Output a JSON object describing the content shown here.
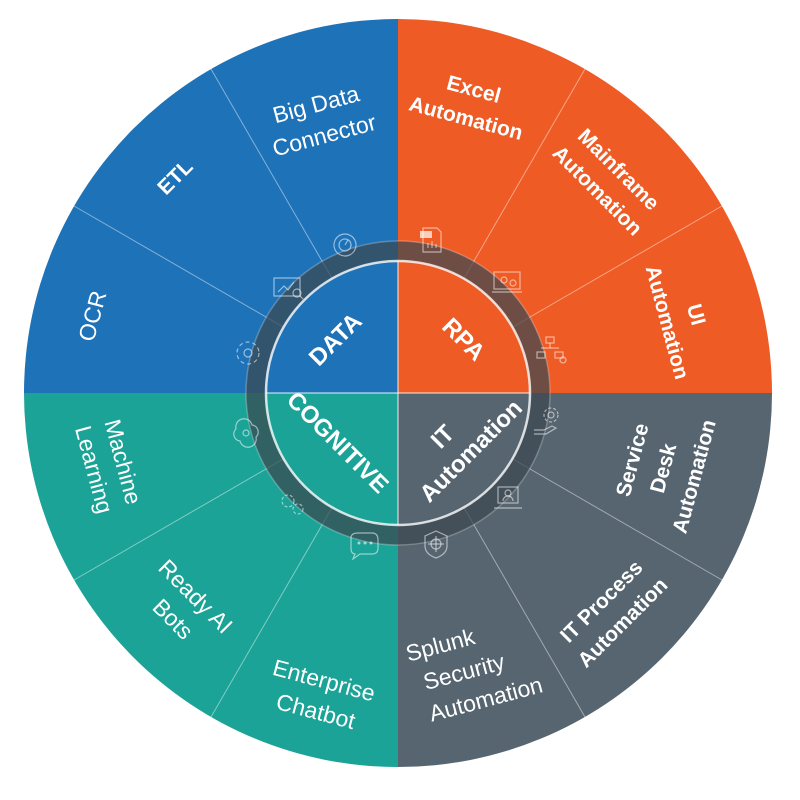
{
  "colors": {
    "data": "#1e72b8",
    "rpa": "#ef5b25",
    "cognitive": "#1aa396",
    "it": "#566570",
    "ring": "#4a5a66"
  },
  "core": {
    "data": "DATA",
    "rpa": "RPA",
    "cognitive": "COGNITIVE",
    "it_line1": "IT",
    "it_line2": "Automation"
  },
  "segments": {
    "big_data": {
      "line1": "Big Data",
      "line2": "Connector"
    },
    "etl": {
      "line1": "ETL"
    },
    "ocr": {
      "line1": "OCR"
    },
    "excel": {
      "line1": "Excel",
      "line2": "Automation"
    },
    "mainframe": {
      "line1": "Mainframe",
      "line2": "Automation"
    },
    "ui": {
      "line1": "UI",
      "line2": "Automation"
    },
    "ml": {
      "line1": "Machine",
      "line2": "Learning"
    },
    "ready_ai": {
      "line1": "Ready AI",
      "line2": "Bots"
    },
    "chatbot": {
      "line1": "Enterprise",
      "line2": "Chatbot"
    },
    "service_desk": {
      "line1": "Service",
      "line2": "Desk",
      "line3": "Automation"
    },
    "it_process": {
      "line1": "IT Process",
      "line2": "Automation"
    },
    "splunk": {
      "line1": "Splunk",
      "line2": "Security",
      "line3": "Automation"
    }
  },
  "icons": {
    "analytics": "analytics-icon",
    "xls": "xls-file-icon",
    "monitor_gears": "monitor-gears-icon",
    "flowchart": "flowchart-icon",
    "hand_gear": "hand-gear-icon",
    "user_screen": "user-screen-icon",
    "shield": "shield-icon",
    "chat": "chat-icon",
    "gears": "gears-icon",
    "brain": "brain-icon",
    "cycle_gear": "cycle-gear-icon",
    "dashboard": "dashboard-icon"
  }
}
